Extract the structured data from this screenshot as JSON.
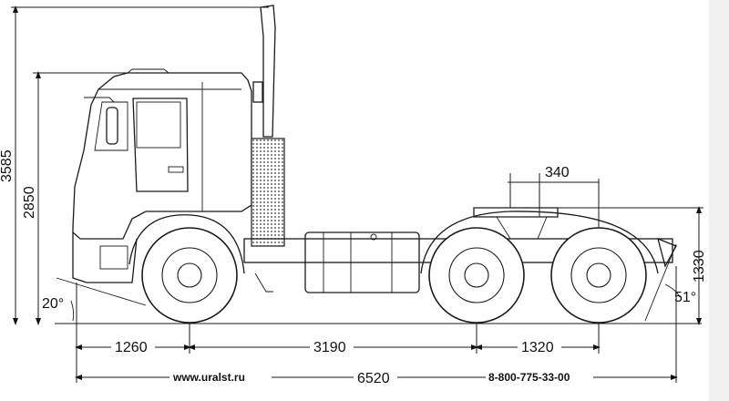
{
  "dimensions": {
    "overall_height": "3585",
    "cab_height": "2850",
    "front_overhang": "1260",
    "wheelbase_front": "3190",
    "rear_axle_spacing": "1320",
    "overall_length": "6520",
    "fifth_wheel_offset": "340",
    "fifth_wheel_height": "1330",
    "approach_angle": "20°",
    "departure_angle": "51°"
  },
  "footer": {
    "website": "www.uralst.ru",
    "phone": "8-800-775-33-00"
  }
}
